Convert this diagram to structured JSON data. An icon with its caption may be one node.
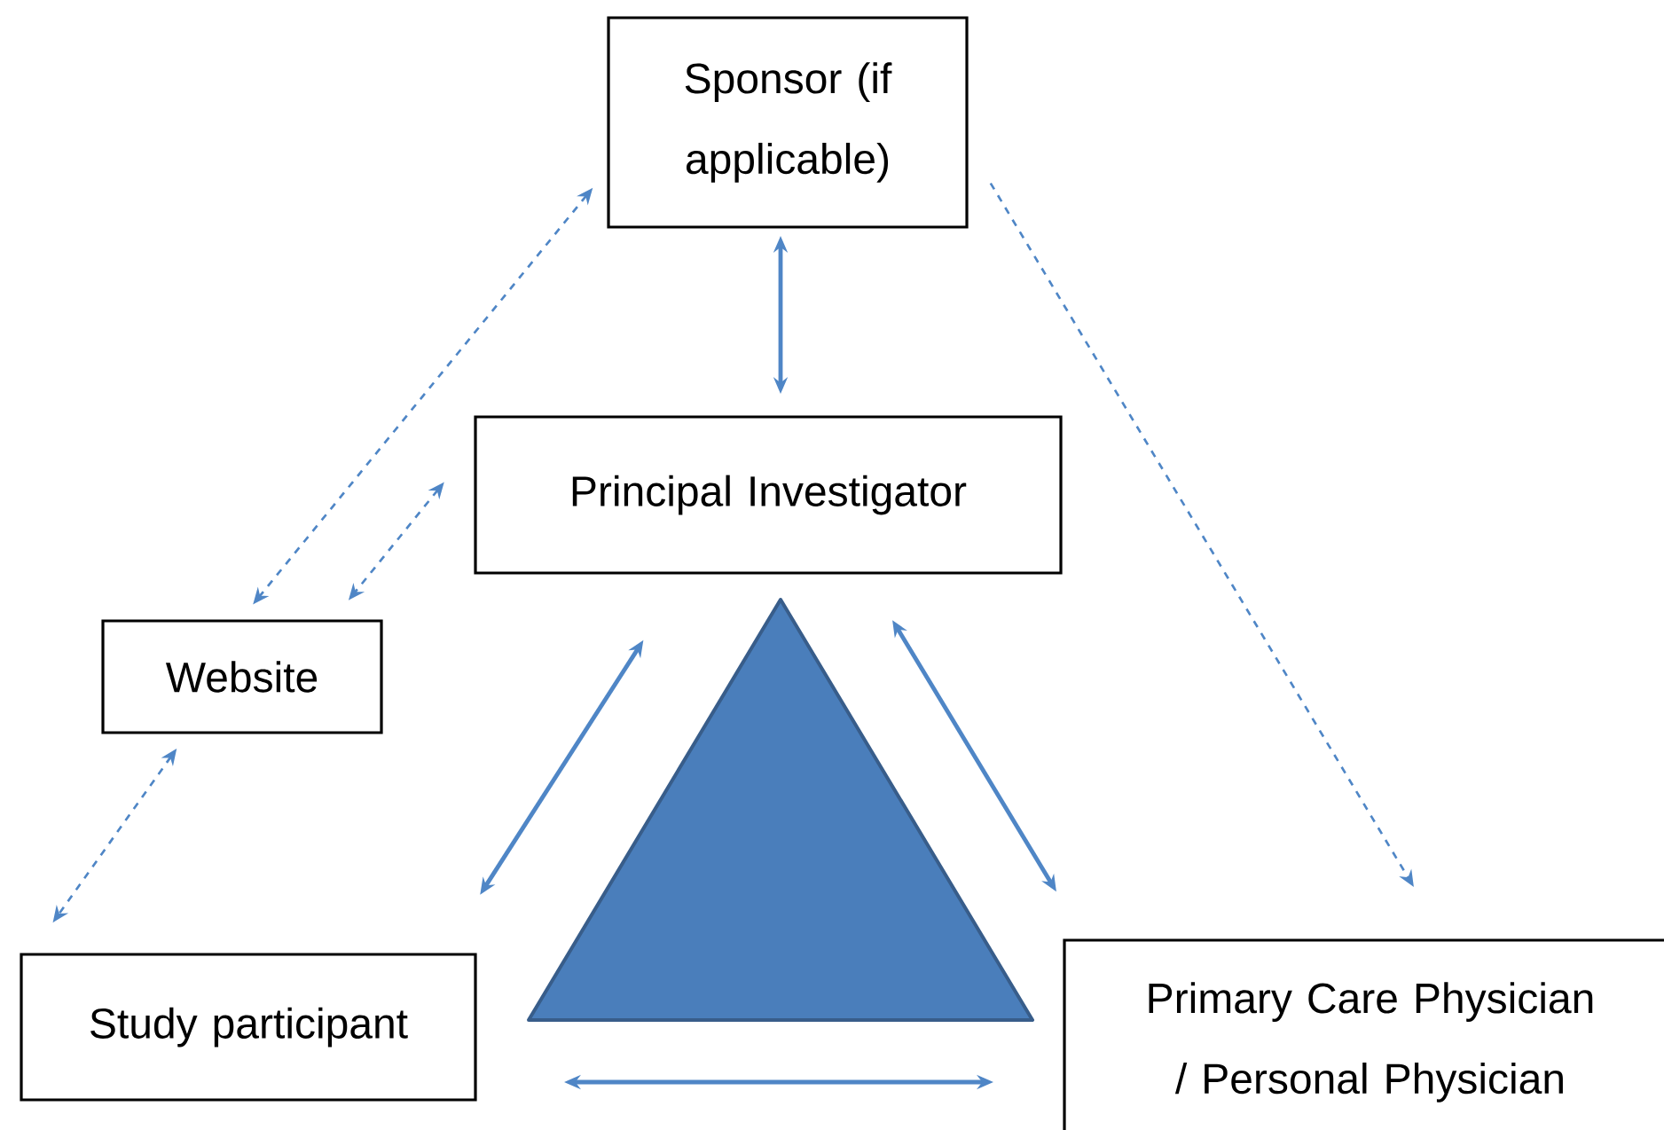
{
  "diagram": {
    "nodes": [
      {
        "text": [
          "Sponsor (if applicable)"
        ]
      },
      {
        "text": [
          "Principal Investigator"
        ]
      },
      {
        "text": [
          "Website"
        ]
      },
      {
        "text": [
          "Study participant"
        ]
      },
      {
        "text": [
          "Primary Care Physician / Personal Physician"
        ]
      }
    ],
    "edges": [
      {
        "from": 0,
        "to": 1,
        "arrow": "both"
      },
      {
        "from": 0,
        "to": 2,
        "arrow": "both",
        "style": "dashed"
      },
      {
        "from": 1,
        "to": 2,
        "arrow": "both",
        "style": "dashed"
      },
      {
        "from": 2,
        "to": 3,
        "arrow": "both",
        "style": "dashed"
      },
      {
        "from": 0,
        "to": 4,
        "arrow": "to",
        "style": "dashed"
      },
      {
        "from": 1,
        "to": 3,
        "arrow": "both"
      },
      {
        "from": 1,
        "to": 4,
        "arrow": "both"
      },
      {
        "from": 3,
        "to": 4,
        "arrow": "both"
      }
    ]
  }
}
